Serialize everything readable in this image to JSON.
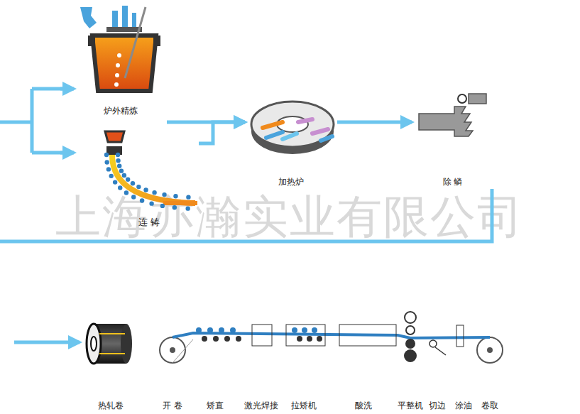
{
  "diagram": {
    "nodes": [
      {
        "text": [
          "炉外精炼"
        ]
      },
      {
        "text": [
          "连 铸"
        ]
      },
      {
        "text": [
          "加热炉"
        ]
      },
      {
        "text": [
          "除 鳞"
        ]
      },
      {
        "text": [
          "热轧卷"
        ]
      }
    ],
    "edges": [
      {
        "from": 0,
        "to": 2,
        "arrow": "to"
      },
      {
        "from": 1,
        "to": 2,
        "arrow": "to"
      },
      {
        "from": 2,
        "to": 3,
        "arrow": "to"
      },
      {
        "from": 3,
        "to": 4,
        "arrow": "to"
      }
    ],
    "labels": [
      "上海亦瀚实业有限公司",
      "开 卷",
      "矫直",
      "激光焊接",
      "拉矫机",
      "酸洗",
      "平整机",
      "切边",
      "涂油",
      "卷取"
    ]
  }
}
